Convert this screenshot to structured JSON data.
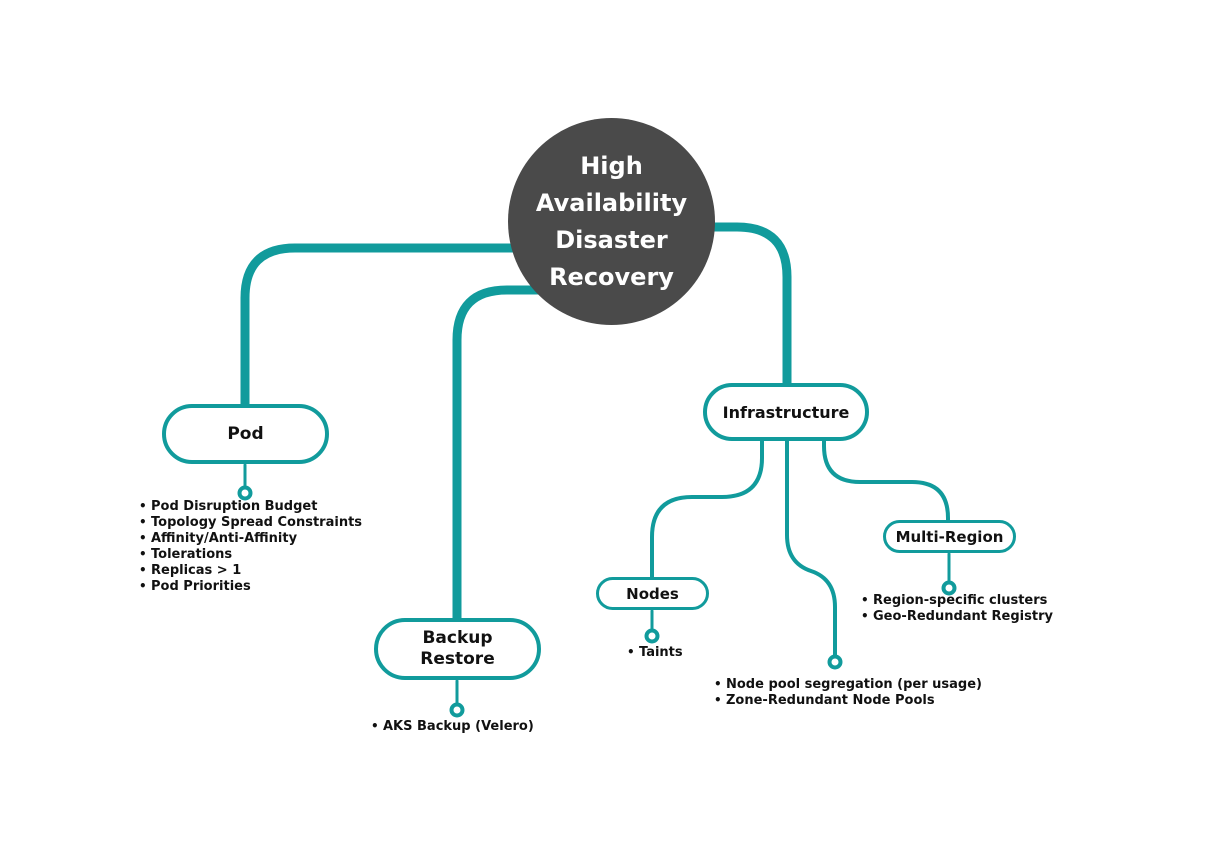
{
  "colors": {
    "accent": "#119b9c",
    "root_bg": "#4a4a4a",
    "root_text": "#ffffff",
    "text": "#111111"
  },
  "root": {
    "lines": [
      "High",
      "Availability",
      "Disaster",
      "Recovery"
    ]
  },
  "branches": {
    "pod": {
      "label": "Pod",
      "items": [
        "Pod Disruption Budget",
        "Topology Spread Constraints",
        "Affinity/Anti-Affinity",
        "Tolerations",
        "Replicas > 1",
        "Pod Priorities"
      ]
    },
    "backup": {
      "label": "Backup\nRestore",
      "items": [
        "AKS Backup (Velero)"
      ]
    },
    "infrastructure": {
      "label": "Infrastructure"
    },
    "nodes": {
      "label": "Nodes",
      "items": [
        "Taints"
      ]
    },
    "node_pools": {
      "items": [
        "Node pool segregation (per usage)",
        "Zone-Redundant Node Pools"
      ]
    },
    "multi_region": {
      "label": "Multi-Region",
      "items": [
        "Region-specific clusters",
        "Geo-Redundant Registry"
      ]
    }
  }
}
